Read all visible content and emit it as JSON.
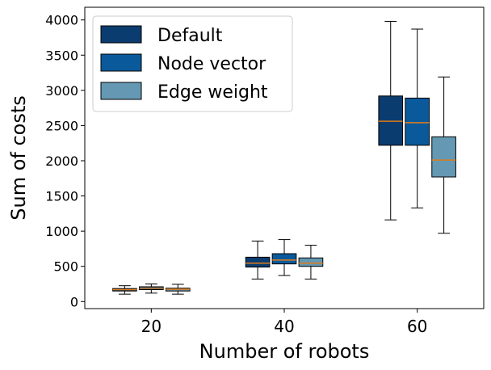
{
  "chart_data": {
    "type": "box",
    "xlabel": "Number of robots",
    "ylabel": "Sum of costs",
    "categories": [
      "20",
      "40",
      "60"
    ],
    "category_values": [
      20,
      40,
      60
    ],
    "xlim": [
      10,
      70
    ],
    "ylim": [
      -100,
      4180
    ],
    "yticks": [
      0,
      500,
      1000,
      1500,
      2000,
      2500,
      3000,
      3500,
      4000
    ],
    "ytick_labels": [
      "0",
      "500",
      "1000",
      "1500",
      "2000",
      "2500",
      "3000",
      "3500",
      "4000"
    ],
    "grid": false,
    "legend_position": "upper left",
    "median_color": "#e07b1a",
    "series": [
      {
        "name": "Default",
        "color": "#0b3c6f",
        "offset": -4,
        "boxes": [
          {
            "min": 105,
            "q1": 150,
            "median": 170,
            "q3": 185,
            "max": 225
          },
          {
            "min": 320,
            "q1": 490,
            "median": 545,
            "q3": 630,
            "max": 860
          },
          {
            "min": 1160,
            "q1": 2220,
            "median": 2560,
            "q3": 2920,
            "max": 3980
          }
        ]
      },
      {
        "name": "Node vector",
        "color": "#0a5a9b",
        "offset": 0,
        "boxes": [
          {
            "min": 120,
            "q1": 170,
            "median": 190,
            "q3": 210,
            "max": 250
          },
          {
            "min": 370,
            "q1": 535,
            "median": 590,
            "q3": 680,
            "max": 880
          },
          {
            "min": 1330,
            "q1": 2220,
            "median": 2540,
            "q3": 2890,
            "max": 3870
          }
        ]
      },
      {
        "name": "Edge weight",
        "color": "#6599b3",
        "offset": 4,
        "boxes": [
          {
            "min": 105,
            "q1": 150,
            "median": 175,
            "q3": 190,
            "max": 245
          },
          {
            "min": 320,
            "q1": 500,
            "median": 545,
            "q3": 620,
            "max": 800
          },
          {
            "min": 970,
            "q1": 1770,
            "median": 2010,
            "q3": 2340,
            "max": 3190
          }
        ]
      }
    ]
  }
}
